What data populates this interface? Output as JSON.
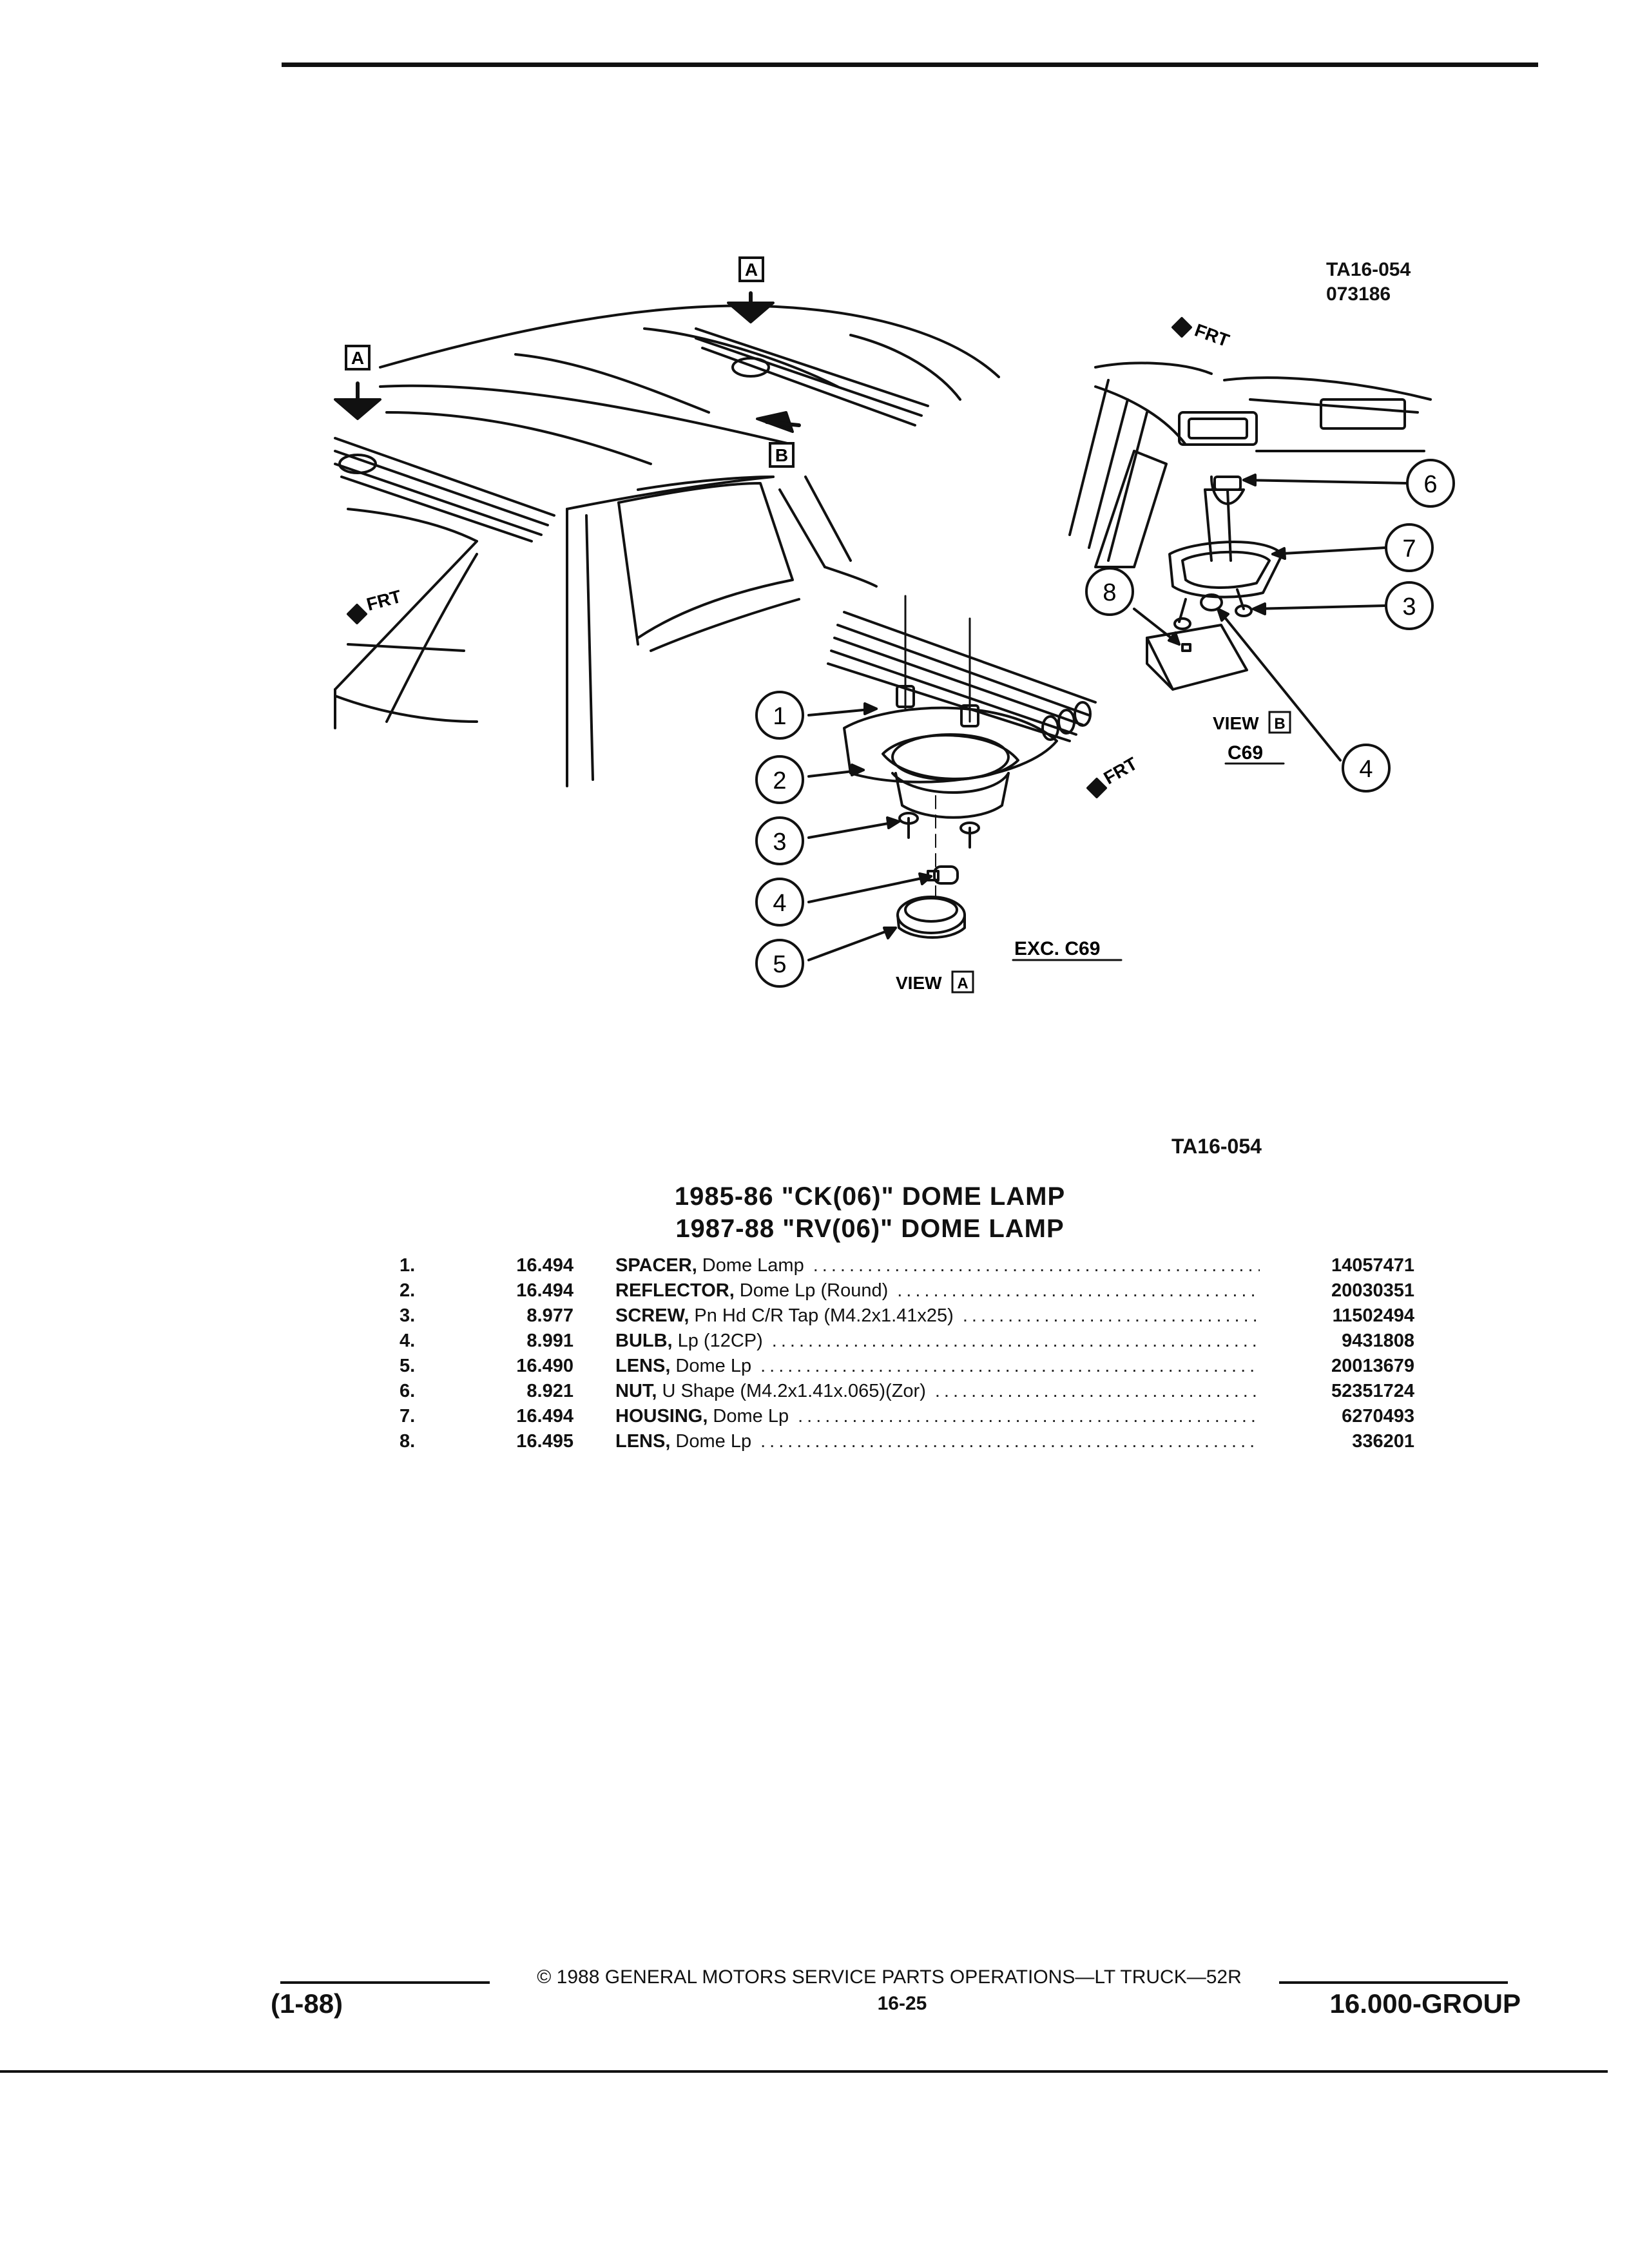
{
  "figure": {
    "ref_code": "TA16-054",
    "date_code": "073186",
    "view_a_box": "A",
    "view_b_box": "B",
    "frt_label": "FRT",
    "view_word": "VIEW",
    "view_a_letter": "A",
    "view_b_letter": "B",
    "view_a_caption": "EXC. C69",
    "view_b_caption": "C69",
    "callouts": [
      "1",
      "2",
      "3",
      "4",
      "5",
      "6",
      "7",
      "3",
      "8",
      "4"
    ],
    "bottom_ref": "TA16-054"
  },
  "titles": [
    "1985-86 \"CK(06)\" DOME LAMP",
    "1987-88 \"RV(06)\" DOME LAMP"
  ],
  "parts": [
    {
      "num": "1.",
      "group": "16.494",
      "name": "SPACER,",
      "desc": "Dome Lamp",
      "pn": "14057471"
    },
    {
      "num": "2.",
      "group": "16.494",
      "name": "REFLECTOR,",
      "desc": "Dome Lp (Round)",
      "pn": "20030351"
    },
    {
      "num": "3.",
      "group": "8.977",
      "name": "SCREW,",
      "desc": "Pn Hd C/R Tap (M4.2x1.41x25)",
      "pn": "11502494"
    },
    {
      "num": "4.",
      "group": "8.991",
      "name": "BULB,",
      "desc": "Lp (12CP)",
      "pn": "9431808"
    },
    {
      "num": "5.",
      "group": "16.490",
      "name": "LENS,",
      "desc": "Dome Lp",
      "pn": "20013679"
    },
    {
      "num": "6.",
      "group": "8.921",
      "name": "NUT,",
      "desc": "U Shape (M4.2x1.41x.065)(Zor)",
      "pn": "52351724"
    },
    {
      "num": "7.",
      "group": "16.494",
      "name": "HOUSING,",
      "desc": "Dome Lp",
      "pn": "6270493"
    },
    {
      "num": "8.",
      "group": "16.495",
      "name": "LENS,",
      "desc": "Dome Lp",
      "pn": "336201"
    }
  ],
  "footer": {
    "copyright": "© 1988 GENERAL MOTORS SERVICE PARTS OPERATIONS—LT TRUCK—52R",
    "date_code": "(1-88)",
    "page": "16-25",
    "group": "16.000-GROUP"
  }
}
